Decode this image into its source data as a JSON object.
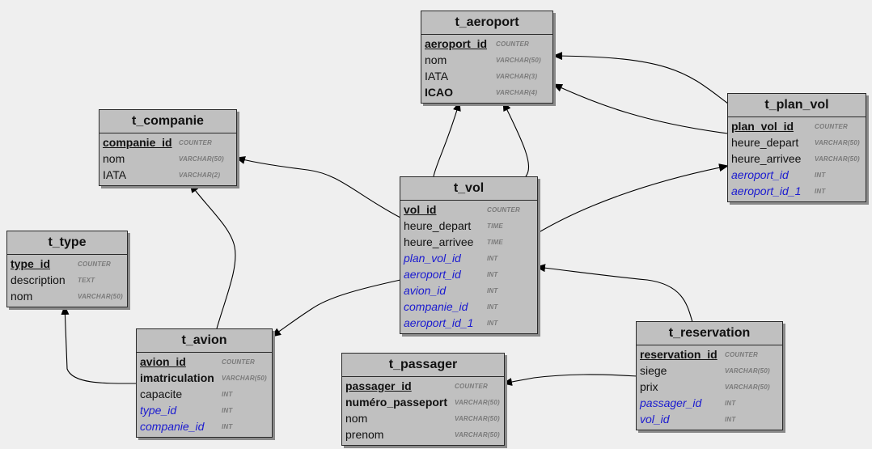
{
  "tables": {
    "t_aeroport": {
      "title": "t_aeroport",
      "fields": [
        {
          "name": "aeroport_id",
          "type": "COUNTER"
        },
        {
          "name": "nom",
          "type": "VARCHAR(50)"
        },
        {
          "name": "IATA",
          "type": "VARCHAR(3)"
        },
        {
          "name": "ICAO",
          "type": "VARCHAR(4)"
        }
      ]
    },
    "t_companie": {
      "title": "t_companie",
      "fields": [
        {
          "name": "companie_id",
          "type": "COUNTER"
        },
        {
          "name": "nom",
          "type": "VARCHAR(50)"
        },
        {
          "name": "IATA",
          "type": "VARCHAR(2)"
        }
      ]
    },
    "t_plan_vol": {
      "title": "t_plan_vol",
      "fields": [
        {
          "name": "plan_vol_id",
          "type": "COUNTER"
        },
        {
          "name": "heure_depart",
          "type": "VARCHAR(50)"
        },
        {
          "name": "heure_arrivee",
          "type": "VARCHAR(50)"
        },
        {
          "name": "aeroport_id",
          "type": "INT"
        },
        {
          "name": "aeroport_id_1",
          "type": "INT"
        }
      ]
    },
    "t_vol": {
      "title": "t_vol",
      "fields": [
        {
          "name": "vol_id",
          "type": "COUNTER"
        },
        {
          "name": "heure_depart",
          "type": "TIME"
        },
        {
          "name": "heure_arrivee",
          "type": "TIME"
        },
        {
          "name": "plan_vol_id",
          "type": "INT"
        },
        {
          "name": "aeroport_id",
          "type": "INT"
        },
        {
          "name": "avion_id",
          "type": "INT"
        },
        {
          "name": "companie_id",
          "type": "INT"
        },
        {
          "name": "aeroport_id_1",
          "type": "INT"
        }
      ]
    },
    "t_type": {
      "title": "t_type",
      "fields": [
        {
          "name": "type_id",
          "type": "COUNTER"
        },
        {
          "name": "description",
          "type": "TEXT"
        },
        {
          "name": "nom",
          "type": "VARCHAR(50)"
        }
      ]
    },
    "t_avion": {
      "title": "t_avion",
      "fields": [
        {
          "name": "avion_id",
          "type": "COUNTER"
        },
        {
          "name": "imatriculation",
          "type": "VARCHAR(50)"
        },
        {
          "name": "capacite",
          "type": "INT"
        },
        {
          "name": "type_id",
          "type": "INT"
        },
        {
          "name": "companie_id",
          "type": "INT"
        }
      ]
    },
    "t_passager": {
      "title": "t_passager",
      "fields": [
        {
          "name": "passager_id",
          "type": "COUNTER"
        },
        {
          "name": "numéro_passeport",
          "type": "VARCHAR(50)"
        },
        {
          "name": "nom",
          "type": "VARCHAR(50)"
        },
        {
          "name": "prenom",
          "type": "VARCHAR(50)"
        }
      ]
    },
    "t_reservation": {
      "title": "t_reservation",
      "fields": [
        {
          "name": "reservation_id",
          "type": "COUNTER"
        },
        {
          "name": "siege",
          "type": "VARCHAR(50)"
        },
        {
          "name": "prix",
          "type": "VARCHAR(50)"
        },
        {
          "name": "passager_id",
          "type": "INT"
        },
        {
          "name": "vol_id",
          "type": "INT"
        }
      ]
    }
  }
}
